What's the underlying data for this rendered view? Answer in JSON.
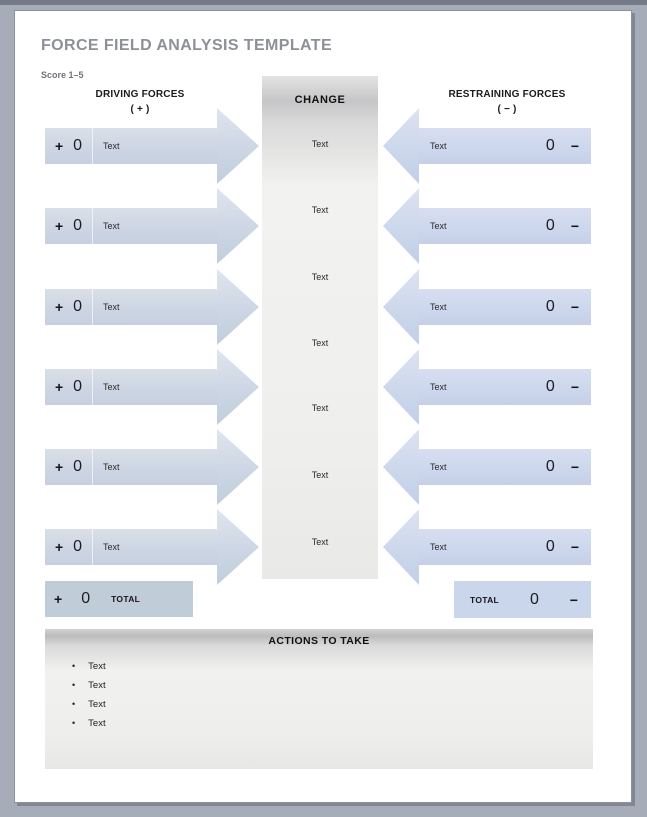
{
  "header": {
    "title": "FORCE FIELD ANALYSIS TEMPLATE",
    "score_note": "Score 1–5"
  },
  "columns": {
    "driving": {
      "title": "DRIVING FORCES",
      "sign": "( + )"
    },
    "change": {
      "title": "CHANGE"
    },
    "restraining": {
      "title": "RESTRAINING FORCES",
      "sign": "( − )"
    }
  },
  "driving_rows": [
    {
      "sign": "+",
      "score": "0",
      "text": "Text"
    },
    {
      "sign": "+",
      "score": "0",
      "text": "Text"
    },
    {
      "sign": "+",
      "score": "0",
      "text": "Text"
    },
    {
      "sign": "+",
      "score": "0",
      "text": "Text"
    },
    {
      "sign": "+",
      "score": "0",
      "text": "Text"
    },
    {
      "sign": "+",
      "score": "0",
      "text": "Text"
    }
  ],
  "restraining_rows": [
    {
      "text": "Text",
      "score": "0",
      "sign": "−"
    },
    {
      "text": "Text",
      "score": "0",
      "sign": "−"
    },
    {
      "text": "Text",
      "score": "0",
      "sign": "−"
    },
    {
      "text": "Text",
      "score": "0",
      "sign": "−"
    },
    {
      "text": "Text",
      "score": "0",
      "sign": "−"
    },
    {
      "text": "Text",
      "score": "0",
      "sign": "−"
    }
  ],
  "change_items": [
    "Text",
    "Text",
    "Text",
    "Text",
    "Text",
    "Text",
    "Text"
  ],
  "totals": {
    "driving": {
      "sign": "+",
      "score": "0",
      "label": "TOTAL"
    },
    "restraining": {
      "label": "TOTAL",
      "score": "0",
      "sign": "−"
    }
  },
  "actions": {
    "title": "ACTIONS TO TAKE",
    "bullet": "•",
    "items": [
      "Text",
      "Text",
      "Text",
      "Text"
    ]
  },
  "colors": {
    "title_gray": "#8d9197",
    "arrow_left_fill": "#ccd5e3",
    "arrow_right_fill": "#ccd6ec",
    "total_left_fill": "#c1ccd9",
    "total_right_fill": "#c9d6ec",
    "change_panel_fill": "#efefed",
    "frame_background": "#a6adb9"
  }
}
